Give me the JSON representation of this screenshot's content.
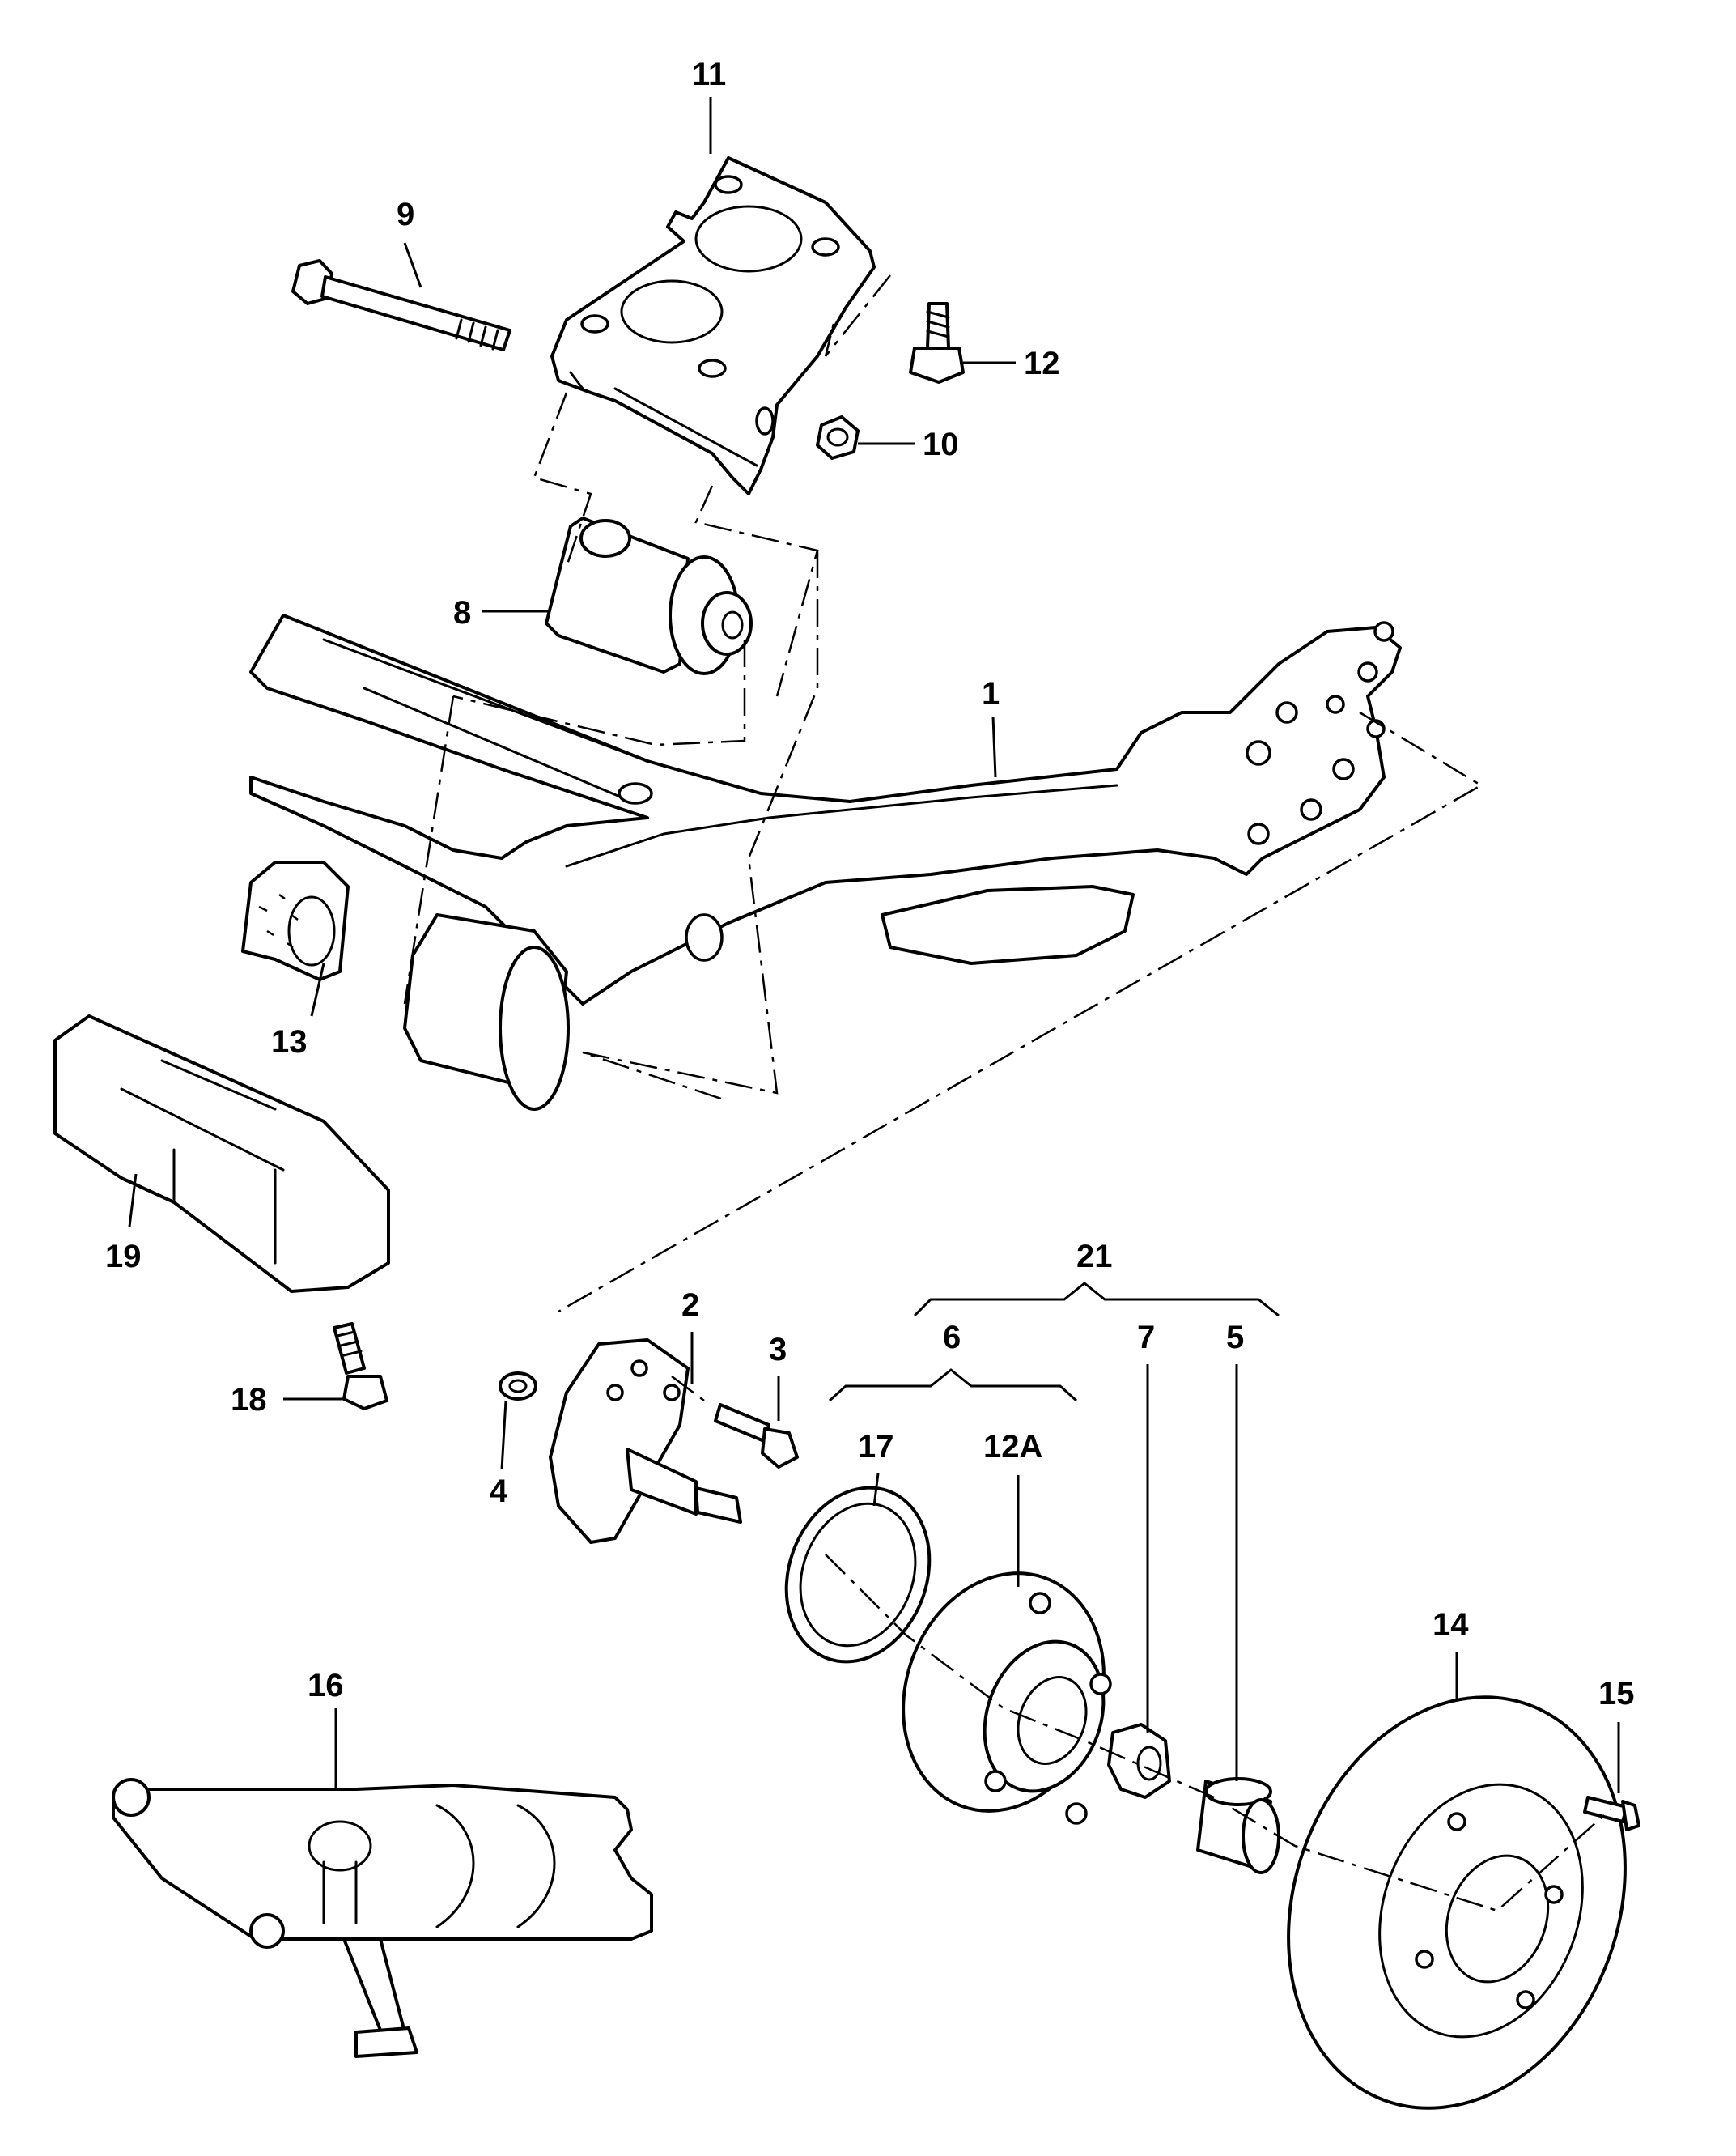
{
  "callouts": [
    {
      "id": "1",
      "label": "1"
    },
    {
      "id": "2",
      "label": "2"
    },
    {
      "id": "3",
      "label": "3"
    },
    {
      "id": "4",
      "label": "4"
    },
    {
      "id": "5",
      "label": "5"
    },
    {
      "id": "6",
      "label": "6"
    },
    {
      "id": "7",
      "label": "7"
    },
    {
      "id": "8",
      "label": "8"
    },
    {
      "id": "9",
      "label": "9"
    },
    {
      "id": "10",
      "label": "10"
    },
    {
      "id": "11",
      "label": "11"
    },
    {
      "id": "12",
      "label": "12"
    },
    {
      "id": "12A",
      "label": "12A"
    },
    {
      "id": "13",
      "label": "13"
    },
    {
      "id": "14",
      "label": "14"
    },
    {
      "id": "15",
      "label": "15"
    },
    {
      "id": "16",
      "label": "16"
    },
    {
      "id": "17",
      "label": "17"
    },
    {
      "id": "18",
      "label": "18"
    },
    {
      "id": "19",
      "label": "19"
    },
    {
      "id": "21",
      "label": "21"
    }
  ]
}
